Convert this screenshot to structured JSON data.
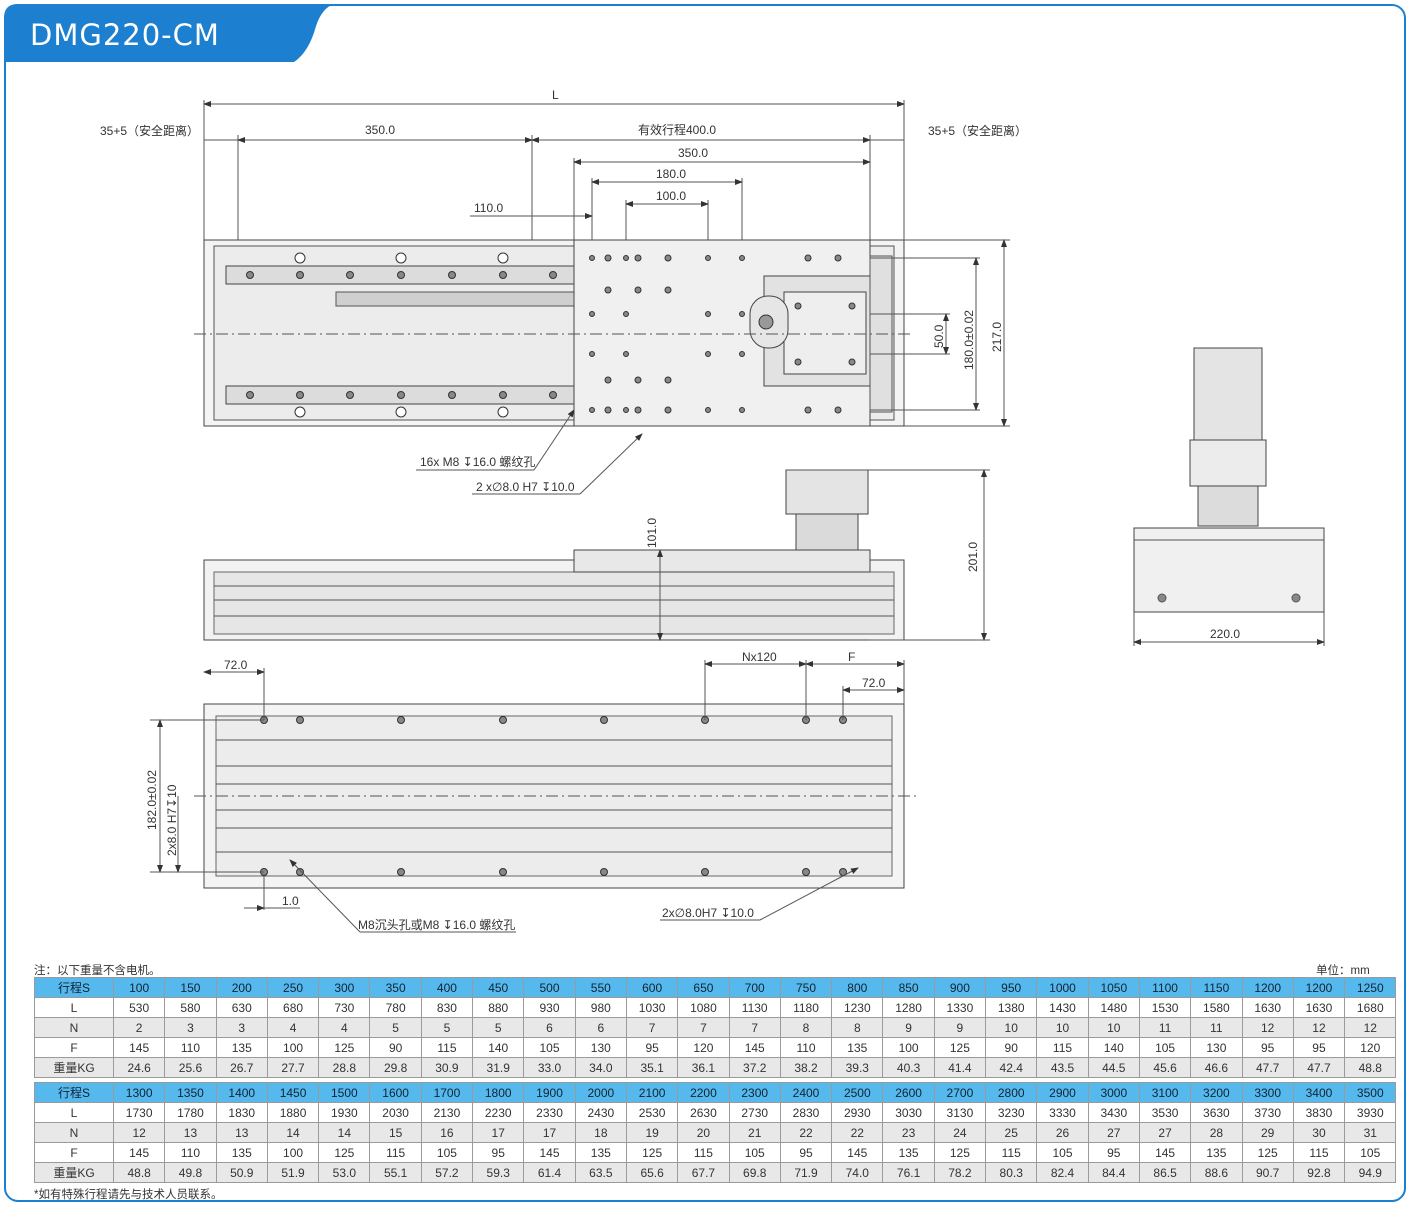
{
  "title": "DMG220-CM",
  "dims": {
    "L": "L",
    "safe_left": "35+5（安全距离）",
    "safe_right": "35+5（安全距离）",
    "d350a": "350.0",
    "stroke": "有效行程400.0",
    "d350b": "350.0",
    "d180": "180.0",
    "d100": "100.0",
    "d110": "110.0",
    "d50": "50.0",
    "d180tol": "180.0±0.02",
    "d217": "217.0",
    "holes16": "16x M8 ↧16.0 螺纹孔",
    "pin2": "2 x∅8.0 H7 ↧10.0",
    "d101": "101.0",
    "d201": "201.0",
    "d220": "220.0",
    "d72a": "72.0",
    "nx120": "Nx120",
    "F": "F",
    "d72b": "72.0",
    "d182": "182.0±0.02",
    "pin2b": "2x8.0 H7↧10",
    "d1": "1.0",
    "m8": "M8沉头孔或M8 ↧16.0 螺纹孔",
    "pin2c": "2x∅8.0H7 ↧10.0"
  },
  "table_note": "注：以下重量不含电机。",
  "unit": "单位：mm",
  "footnote": "*如有特殊行程请先与技术人员联系。",
  "table1": {
    "labels": [
      "行程S",
      "L",
      "N",
      "F",
      "重量KG"
    ],
    "rows": [
      [
        "100",
        "150",
        "200",
        "250",
        "300",
        "350",
        "400",
        "450",
        "500",
        "550",
        "600",
        "650",
        "700",
        "750",
        "800",
        "850",
        "900",
        "950",
        "1000",
        "1050",
        "1100",
        "1150",
        "1200",
        "1200",
        "1250"
      ],
      [
        "530",
        "580",
        "630",
        "680",
        "730",
        "780",
        "830",
        "880",
        "930",
        "980",
        "1030",
        "1080",
        "1130",
        "1180",
        "1230",
        "1280",
        "1330",
        "1380",
        "1430",
        "1480",
        "1530",
        "1580",
        "1630",
        "1630",
        "1680"
      ],
      [
        "2",
        "3",
        "3",
        "4",
        "4",
        "5",
        "5",
        "5",
        "6",
        "6",
        "7",
        "7",
        "7",
        "8",
        "8",
        "9",
        "9",
        "10",
        "10",
        "10",
        "11",
        "11",
        "12",
        "12",
        "12"
      ],
      [
        "145",
        "110",
        "135",
        "100",
        "125",
        "90",
        "115",
        "140",
        "105",
        "130",
        "95",
        "120",
        "145",
        "110",
        "135",
        "100",
        "125",
        "90",
        "115",
        "140",
        "105",
        "130",
        "95",
        "95",
        "120"
      ],
      [
        "24.6",
        "25.6",
        "26.7",
        "27.7",
        "28.8",
        "29.8",
        "30.9",
        "31.9",
        "33.0",
        "34.0",
        "35.1",
        "36.1",
        "37.2",
        "38.2",
        "39.3",
        "40.3",
        "41.4",
        "42.4",
        "43.5",
        "44.5",
        "45.6",
        "46.6",
        "47.7",
        "47.7",
        "48.8"
      ]
    ]
  },
  "table2": {
    "labels": [
      "行程S",
      "L",
      "N",
      "F",
      "重量KG"
    ],
    "rows": [
      [
        "1300",
        "1350",
        "1400",
        "1450",
        "1500",
        "1600",
        "1700",
        "1800",
        "1900",
        "2000",
        "2100",
        "2200",
        "2300",
        "2400",
        "2500",
        "2600",
        "2700",
        "2800",
        "2900",
        "3000",
        "3100",
        "3200",
        "3300",
        "3400",
        "3500"
      ],
      [
        "1730",
        "1780",
        "1830",
        "1880",
        "1930",
        "2030",
        "2130",
        "2230",
        "2330",
        "2430",
        "2530",
        "2630",
        "2730",
        "2830",
        "2930",
        "3030",
        "3130",
        "3230",
        "3330",
        "3430",
        "3530",
        "3630",
        "3730",
        "3830",
        "3930"
      ],
      [
        "12",
        "13",
        "13",
        "14",
        "14",
        "15",
        "16",
        "17",
        "17",
        "18",
        "19",
        "20",
        "21",
        "22",
        "22",
        "23",
        "24",
        "25",
        "26",
        "27",
        "27",
        "28",
        "29",
        "30",
        "31"
      ],
      [
        "145",
        "110",
        "135",
        "100",
        "125",
        "115",
        "105",
        "95",
        "145",
        "135",
        "125",
        "115",
        "105",
        "95",
        "145",
        "135",
        "125",
        "115",
        "105",
        "95",
        "145",
        "135",
        "125",
        "115",
        "105"
      ],
      [
        "48.8",
        "49.8",
        "50.9",
        "51.9",
        "53.0",
        "55.1",
        "57.2",
        "59.3",
        "61.4",
        "63.5",
        "65.6",
        "67.7",
        "69.8",
        "71.9",
        "74.0",
        "76.1",
        "78.2",
        "80.3",
        "82.4",
        "84.4",
        "86.5",
        "88.6",
        "90.7",
        "92.8",
        "94.9"
      ]
    ]
  }
}
